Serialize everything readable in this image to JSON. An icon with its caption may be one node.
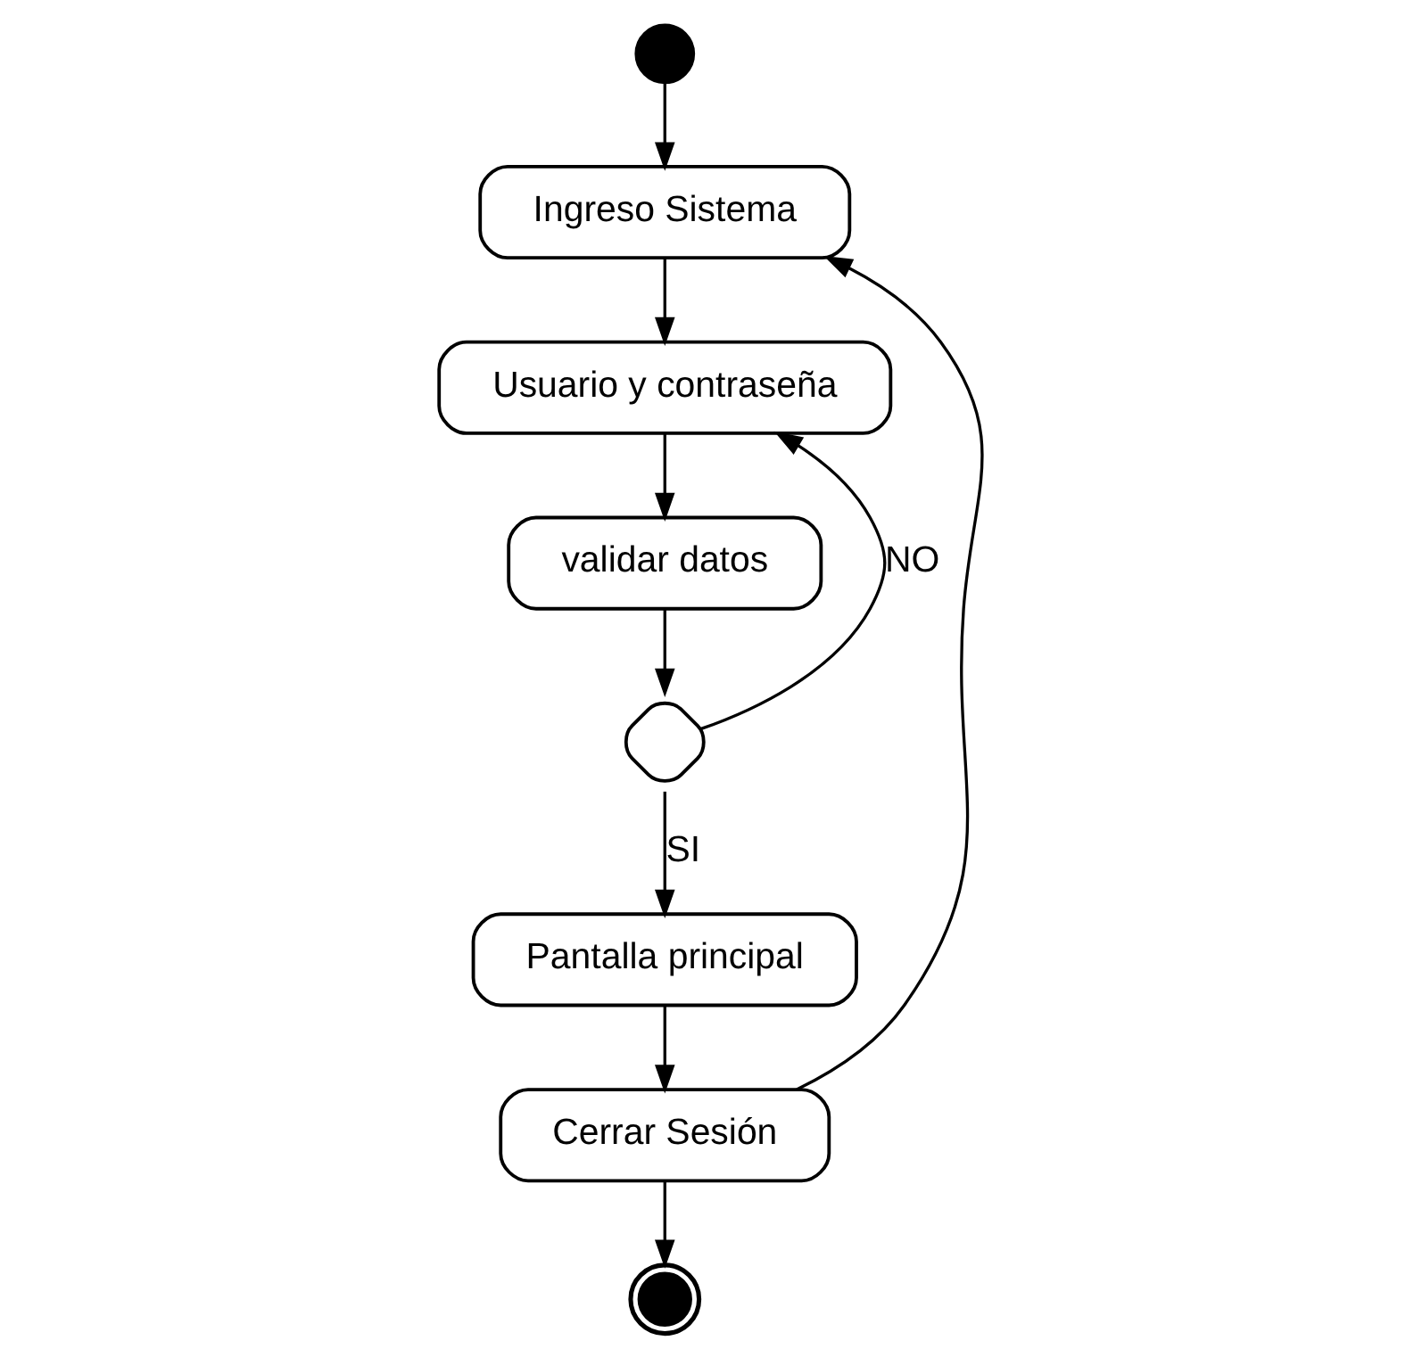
{
  "diagram": {
    "nodes": [
      {
        "text": [],
        "shape": "circle"
      },
      {
        "text": [
          "Ingreso Sistema"
        ]
      },
      {
        "text": [
          "Usuario y contraseña"
        ]
      },
      {
        "text": [
          "validar datos"
        ]
      },
      {
        "text": [],
        "shape": "diamond"
      },
      {
        "text": [
          "Pantalla principal"
        ]
      },
      {
        "text": [
          "Cerrar Sesión"
        ]
      },
      {
        "text": [],
        "shape": "circle"
      }
    ],
    "edges": [
      {
        "from": 0,
        "to": 1,
        "arrow": "to"
      },
      {
        "from": 1,
        "to": 2,
        "arrow": "to"
      },
      {
        "from": 2,
        "to": 3,
        "arrow": "to"
      },
      {
        "from": 3,
        "to": 4,
        "arrow": "to"
      },
      {
        "from": 4,
        "to": 2,
        "label": "NO",
        "arrow": "to"
      },
      {
        "from": 4,
        "to": 5,
        "label": "SI",
        "arrow": "to"
      },
      {
        "from": 5,
        "to": 6,
        "arrow": "to"
      },
      {
        "from": 6,
        "to": 1,
        "arrow": "to"
      },
      {
        "from": 6,
        "to": 7,
        "arrow": "to"
      }
    ]
  }
}
